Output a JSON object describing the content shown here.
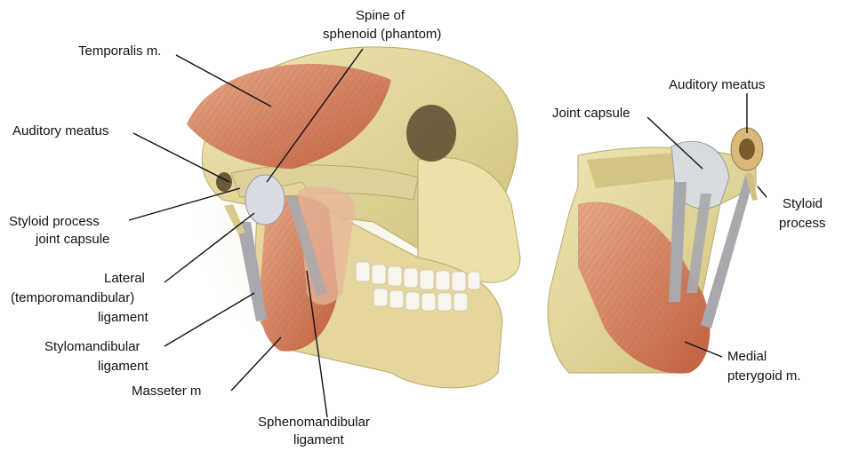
{
  "labels": {
    "temporalis": "Temporalis m.",
    "spine_line1": "Spine of",
    "spine_line2": "sphenoid (phantom)",
    "auditory_left": "Auditory meatus",
    "styloid_joint_line1": "Styloid process",
    "styloid_joint_line2": "joint capsule",
    "lateral_line1": "Lateral",
    "lateral_line2": "(temporomandibular)",
    "lateral_line3": "ligament",
    "stylomandibular_line1": "Stylomandibular",
    "stylomandibular_line2": "ligament",
    "masseter": "Masseter m",
    "spheno_line1": "Sphenomandibular",
    "spheno_line2": "ligament",
    "joint_capsule": "Joint capsule",
    "auditory_right": "Auditory meatus",
    "styloid_right_line1": "Styloid",
    "styloid_right_line2": "process",
    "medial_line1": "Medial",
    "medial_line2": "pterygoid m."
  },
  "colors": {
    "bone": "#e6dca4",
    "bone_shadow": "#c9bb78",
    "muscle": "#c9744f",
    "muscle_light": "#e2a27f",
    "ligament": "#a9a9ad",
    "capsule": "#d8dbe0",
    "halo": "#efecdc"
  }
}
